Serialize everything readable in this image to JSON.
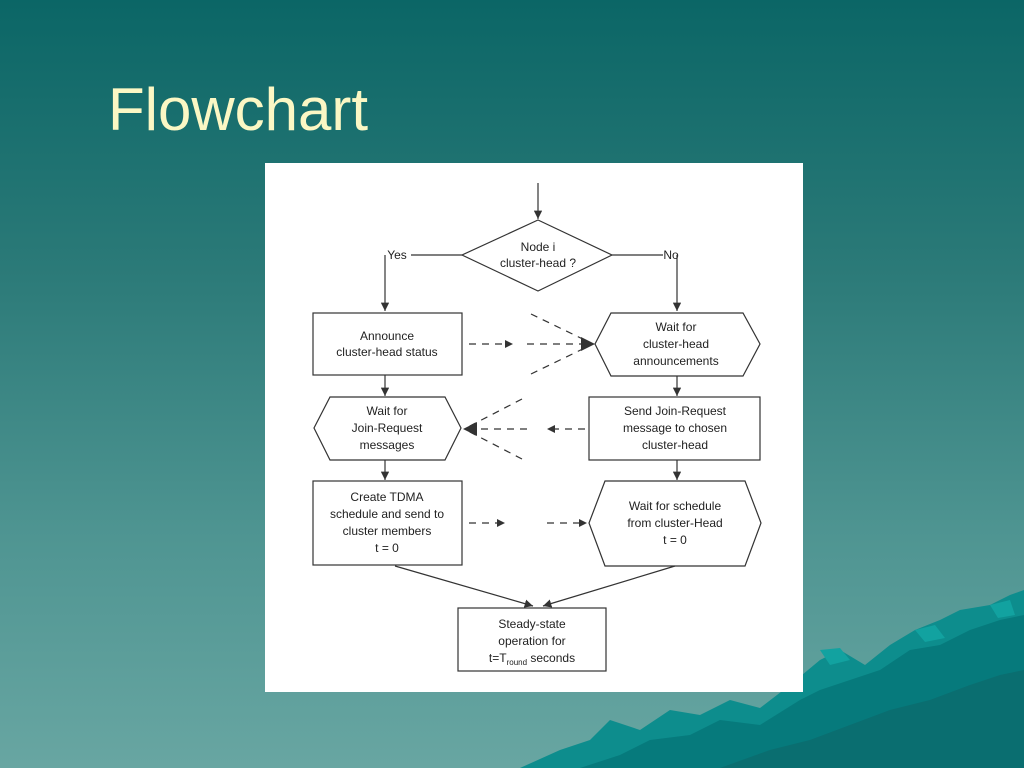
{
  "slide": {
    "title": "Flowchart"
  },
  "flowchart": {
    "decision": {
      "line1": "Node i",
      "line2": "cluster-head ?"
    },
    "yes_label": "Yes",
    "no_label": "No",
    "announce": {
      "line1": "Announce",
      "line2": "cluster-head status"
    },
    "wait_announcements": {
      "line1": "Wait for",
      "line2": "cluster-head",
      "line3": "announcements"
    },
    "wait_join": {
      "line1": "Wait for",
      "line2": "Join-Request",
      "line3": "messages"
    },
    "send_join": {
      "line1": "Send Join-Request",
      "line2": "message to chosen",
      "line3": "cluster-head"
    },
    "create_tdma": {
      "line1": "Create TDMA",
      "line2": "schedule and send to",
      "line3": "cluster members",
      "line4": "t = 0"
    },
    "wait_schedule": {
      "line1": "Wait for schedule",
      "line2": "from cluster-Head",
      "line3": "t = 0"
    },
    "steady_state": {
      "line1": "Steady-state",
      "line2": "operation for",
      "line3_prefix": "t=T",
      "line3_sub": "round",
      "line3_suffix": " seconds"
    }
  }
}
